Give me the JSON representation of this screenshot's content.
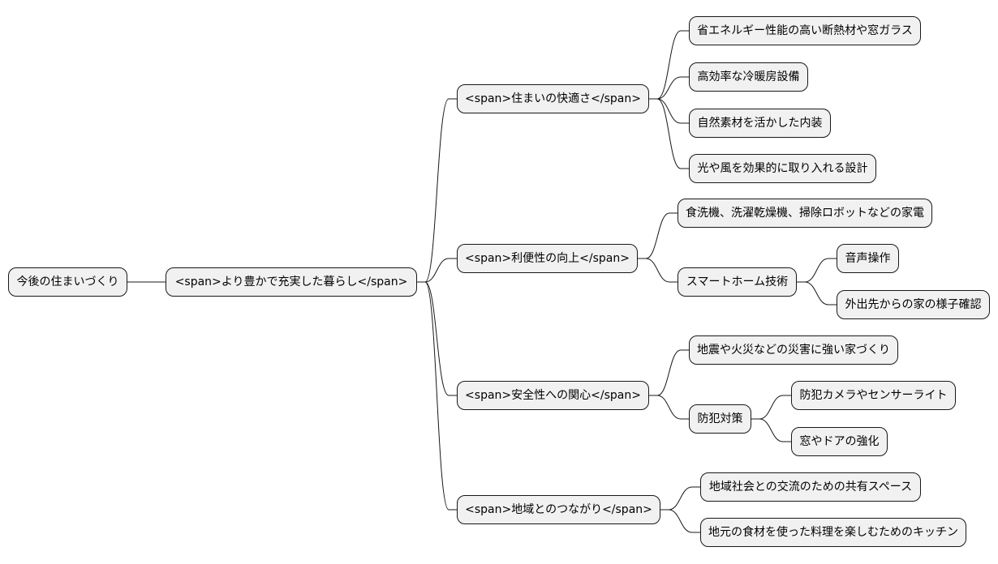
{
  "mindmap": {
    "root": {
      "label": "今後の住まいづくり"
    },
    "main": {
      "label": "<span>より豊かで充実した暮らし</span>"
    },
    "branches": [
      {
        "label": "<span>住まいの快適さ</span>",
        "children": [
          {
            "label": "省エネルギー性能の高い断熱材や窓ガラス"
          },
          {
            "label": "高効率な冷暖房設備"
          },
          {
            "label": "自然素材を活かした内装"
          },
          {
            "label": "光や風を効果的に取り入れる設計"
          }
        ]
      },
      {
        "label": "<span>利便性の向上</span>",
        "children": [
          {
            "label": "食洗機、洗濯乾燥機、掃除ロボットなどの家電"
          },
          {
            "label": "スマートホーム技術",
            "children": [
              {
                "label": "音声操作"
              },
              {
                "label": "外出先からの家の様子確認"
              }
            ]
          }
        ]
      },
      {
        "label": "<span>安全性への関心</span>",
        "children": [
          {
            "label": "地震や火災などの災害に強い家づくり"
          },
          {
            "label": "防犯対策",
            "children": [
              {
                "label": "防犯カメラやセンサーライト"
              },
              {
                "label": "窓やドアの強化"
              }
            ]
          }
        ]
      },
      {
        "label": "<span>地域とのつながり</span>",
        "children": [
          {
            "label": "地域社会との交流のための共有スペース"
          },
          {
            "label": "地元の食材を使った料理を楽しむためのキッチン"
          }
        ]
      }
    ]
  }
}
